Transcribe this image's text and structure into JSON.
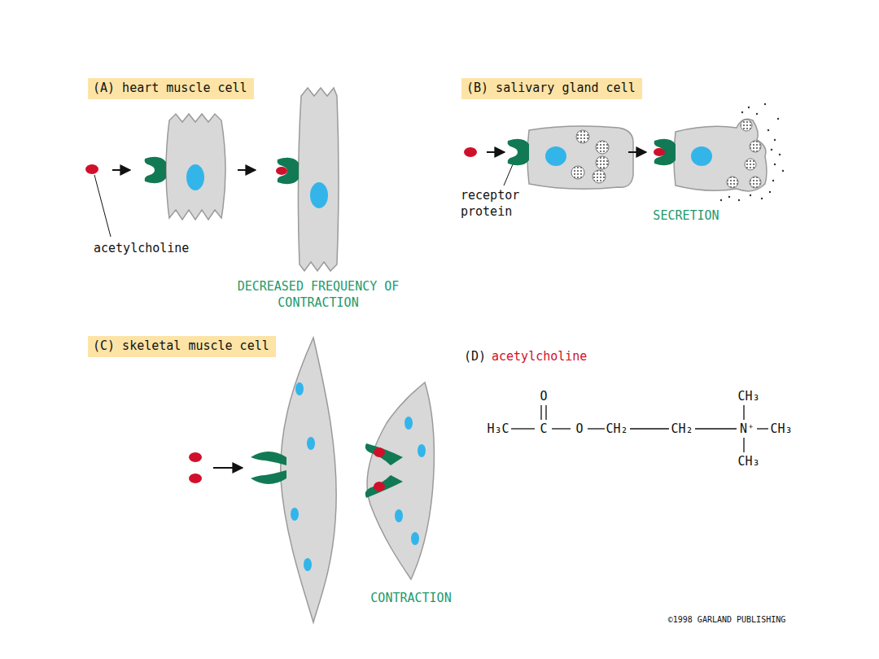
{
  "diagram": {
    "nodes": [
      {
        "text": [
          "(A) heart muscle cell"
        ]
      },
      {
        "text": [
          "(B) salivary gland cell"
        ]
      },
      {
        "text": [
          "(C) skeletal muscle cell"
        ]
      }
    ],
    "labels": [
      "acetylcholine",
      "DECREASED FREQUENCY OF CONTRACTION",
      "receptor protein",
      "SECRETION",
      "CONTRACTION",
      "(D)",
      "acetylcholine",
      "O",
      "H₃C",
      "C",
      "O",
      "CH₂",
      "CH₂",
      "N⁺",
      "CH₃",
      "CH₃",
      "CH₃",
      "©1998 GARLAND PUBLISHING"
    ]
  }
}
